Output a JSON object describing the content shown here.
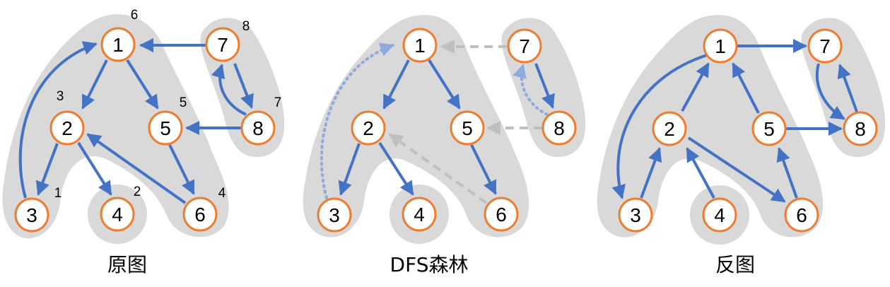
{
  "colors": {
    "blue": "#4472C4",
    "light_blue": "#8FAADC",
    "gray_dash": "#BFBFBF",
    "region": "#D9D9D9",
    "node_stroke": "#ED7D31"
  },
  "panels": [
    {
      "id": "original",
      "caption": "原图",
      "nodes": [
        {
          "id": "1",
          "label": "1",
          "order": "6"
        },
        {
          "id": "2",
          "label": "2",
          "order": "3"
        },
        {
          "id": "3",
          "label": "3",
          "order": "1"
        },
        {
          "id": "4",
          "label": "4",
          "order": "2"
        },
        {
          "id": "5",
          "label": "5",
          "order": "5"
        },
        {
          "id": "6",
          "label": "6",
          "order": "4"
        },
        {
          "id": "7",
          "label": "7",
          "order": "8"
        },
        {
          "id": "8",
          "label": "8",
          "order": "7"
        }
      ],
      "edges": [
        {
          "from": "1",
          "to": "2",
          "style": "tree"
        },
        {
          "from": "1",
          "to": "5",
          "style": "tree"
        },
        {
          "from": "2",
          "to": "3",
          "style": "tree"
        },
        {
          "from": "2",
          "to": "4",
          "style": "tree"
        },
        {
          "from": "3",
          "to": "1",
          "style": "tree"
        },
        {
          "from": "5",
          "to": "6",
          "style": "tree"
        },
        {
          "from": "6",
          "to": "2",
          "style": "tree"
        },
        {
          "from": "7",
          "to": "1",
          "style": "tree"
        },
        {
          "from": "7",
          "to": "8",
          "style": "tree"
        },
        {
          "from": "8",
          "to": "7",
          "style": "tree"
        },
        {
          "from": "8",
          "to": "5",
          "style": "tree"
        }
      ]
    },
    {
      "id": "dfs-forest",
      "caption": "DFS森林",
      "nodes": [
        {
          "id": "1",
          "label": "1"
        },
        {
          "id": "2",
          "label": "2"
        },
        {
          "id": "3",
          "label": "3"
        },
        {
          "id": "4",
          "label": "4"
        },
        {
          "id": "5",
          "label": "5"
        },
        {
          "id": "6",
          "label": "6"
        },
        {
          "id": "7",
          "label": "7"
        },
        {
          "id": "8",
          "label": "8"
        }
      ],
      "edges": [
        {
          "from": "1",
          "to": "2",
          "style": "tree"
        },
        {
          "from": "1",
          "to": "5",
          "style": "tree"
        },
        {
          "from": "2",
          "to": "3",
          "style": "tree"
        },
        {
          "from": "2",
          "to": "4",
          "style": "tree"
        },
        {
          "from": "5",
          "to": "6",
          "style": "tree"
        },
        {
          "from": "7",
          "to": "8",
          "style": "tree"
        },
        {
          "from": "3",
          "to": "1",
          "style": "back"
        },
        {
          "from": "8",
          "to": "7",
          "style": "back"
        },
        {
          "from": "7",
          "to": "1",
          "style": "cross"
        },
        {
          "from": "8",
          "to": "5",
          "style": "cross"
        },
        {
          "from": "6",
          "to": "2",
          "style": "cross"
        }
      ]
    },
    {
      "id": "reversed",
      "caption": "反图",
      "nodes": [
        {
          "id": "1",
          "label": "1"
        },
        {
          "id": "2",
          "label": "2"
        },
        {
          "id": "3",
          "label": "3"
        },
        {
          "id": "4",
          "label": "4"
        },
        {
          "id": "5",
          "label": "5"
        },
        {
          "id": "6",
          "label": "6"
        },
        {
          "id": "7",
          "label": "7"
        },
        {
          "id": "8",
          "label": "8"
        }
      ],
      "edges": [
        {
          "from": "1",
          "to": "7",
          "style": "tree"
        },
        {
          "from": "1",
          "to": "3",
          "style": "tree"
        },
        {
          "from": "2",
          "to": "1",
          "style": "tree"
        },
        {
          "from": "3",
          "to": "2",
          "style": "tree"
        },
        {
          "from": "4",
          "to": "2",
          "style": "tree"
        },
        {
          "from": "5",
          "to": "1",
          "style": "tree"
        },
        {
          "from": "6",
          "to": "5",
          "style": "tree"
        },
        {
          "from": "2",
          "to": "6",
          "style": "tree"
        },
        {
          "from": "5",
          "to": "8",
          "style": "tree"
        },
        {
          "from": "8",
          "to": "7",
          "style": "tree"
        },
        {
          "from": "7",
          "to": "8",
          "style": "tree"
        }
      ]
    }
  ]
}
